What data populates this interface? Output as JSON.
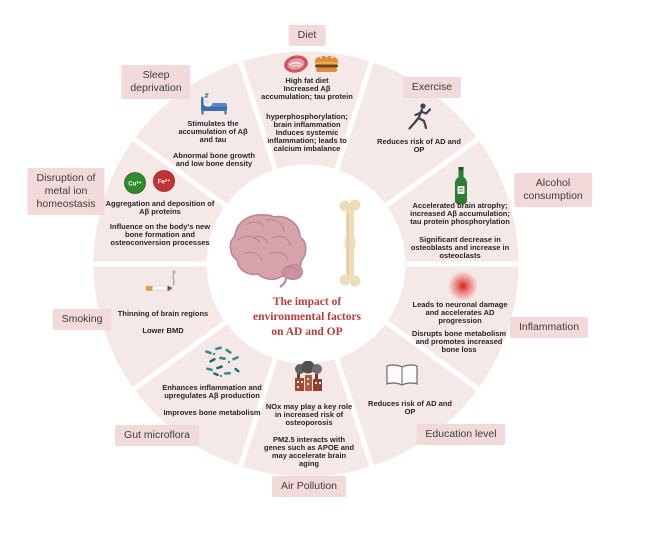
{
  "title": "The impact of\nenvironmental factors\non AD and OP",
  "colors": {
    "segment_fill": "#f5e9e8",
    "label_bg": "#f2d9da",
    "title_red": "#bf3a3d",
    "body_text": "#262626",
    "cu_green": "#2e8b2e",
    "fe_red": "#c23434"
  },
  "segments": {
    "diet": {
      "label": "Diet",
      "icons": [
        "steak-icon",
        "burger-icon"
      ],
      "p1": "High fat diet\nIncreased Aβ\naccumulation; tau protein",
      "p2": "hyperphosphorylation;\nbrain inflammation\nInduces systemic\ninflammation; leads to\ncalcium imbalance"
    },
    "exercise": {
      "label": "Exercise",
      "icons": [
        "runner-icon"
      ],
      "p1": "Reduces risk of AD and\nOP"
    },
    "alcohol": {
      "label": "Alcohol\nconsumption",
      "icons": [
        "bottle-icon"
      ],
      "p1": "Accelerated brain atrophy;\nincreased Aβ accumulation;\ntau protein phosphorylation",
      "p2": "Significant decrease in\nosteoblasts and increase in\nosteoclasts"
    },
    "inflammation": {
      "label": "Inflammation",
      "icons": [
        "inflammation-dot-icon"
      ],
      "p1": "Leads to neuronal damage\nand accelerates AD\nprogression",
      "p2": "Disrupts bone metabolism\nand promotes increased\nbone loss"
    },
    "education": {
      "label": "Education level",
      "icons": [
        "book-icon"
      ],
      "p1": "Reduces risk of AD and\nOP"
    },
    "air": {
      "label": "Air Pollution",
      "icons": [
        "factory-icon"
      ],
      "p1": "NOx may play a key role\nin increased risk of\nosteoporosis",
      "p2": "PM2.5 interacts with\ngenes such as APOE and\nmay accelerate brain\naging"
    },
    "gut": {
      "label": "Gut microflora",
      "icons": [
        "bacteria-icon"
      ],
      "p1": "Enhances inflammation and\nupregulates Aβ production",
      "p2": "Improves bone metabolism"
    },
    "smoking": {
      "label": "Smoking",
      "icons": [
        "cigarette-icon"
      ],
      "p1": "Thinning of brain regions",
      "p2": "Lower BMD"
    },
    "metal": {
      "label": "Disruption of\nmetal ion\nhomeostasis",
      "icons": [
        "cu-ion-icon",
        "fe-ion-icon"
      ],
      "ions": {
        "cu": "Cu²⁺",
        "fe": "Fe²⁺"
      },
      "p1": "Aggregation and deposition of\nAβ proteins",
      "p2": "Influence on the body's new\nbone formation and\nosteoconversion processes"
    },
    "sleep": {
      "label": "Sleep\ndeprivation",
      "icons": [
        "bed-icon"
      ],
      "p1": "Stimulates the\naccumulation of Aβ\nand tau",
      "p2": "Abnormal bone growth\nand low bone density"
    }
  },
  "center_icons": [
    "brain-icon",
    "bone-icon"
  ]
}
